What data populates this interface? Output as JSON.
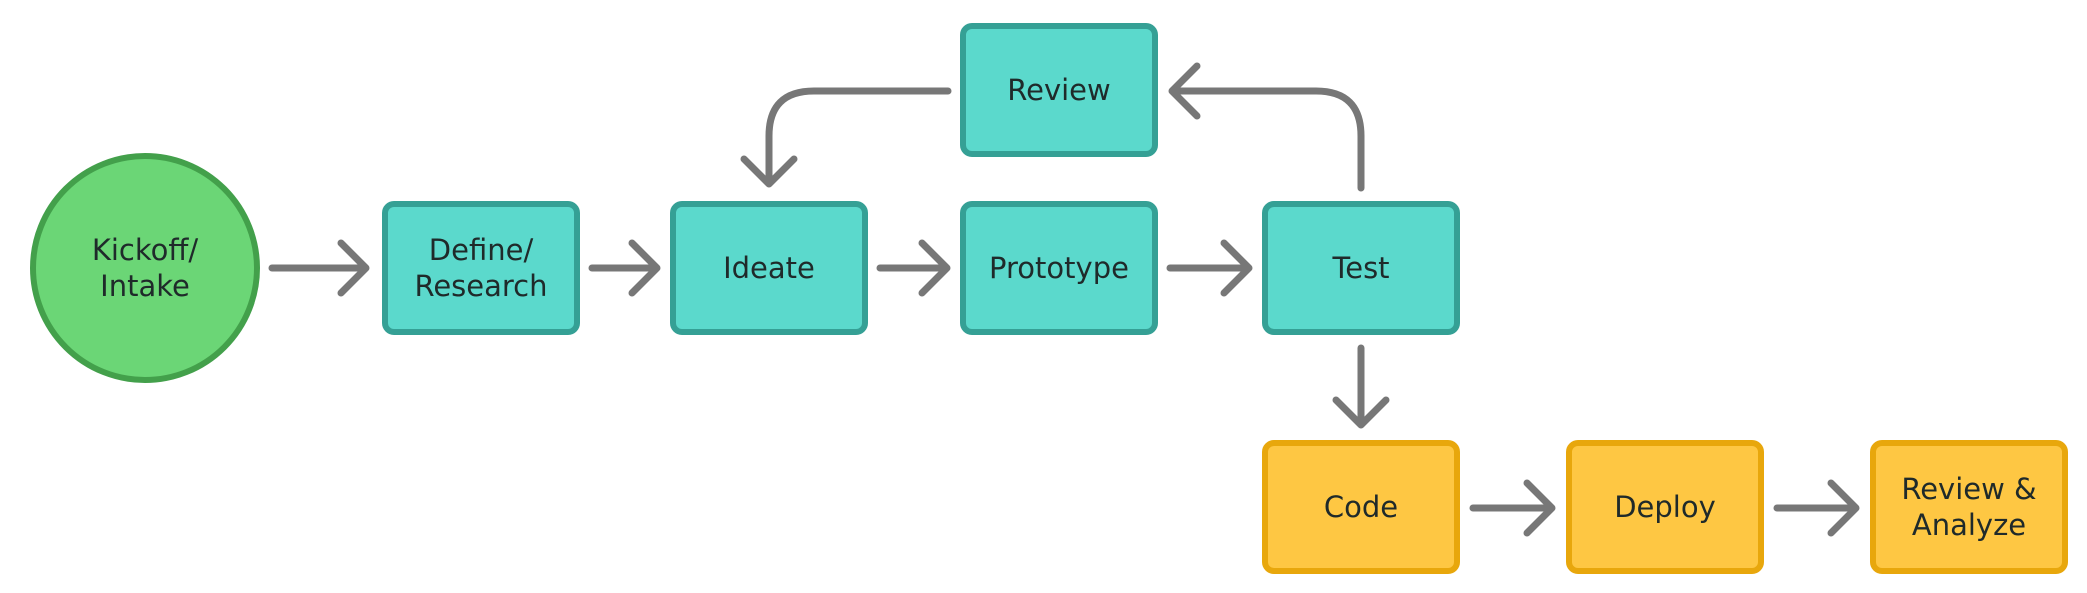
{
  "diagram": {
    "type": "flowchart",
    "nodes": [
      {
        "id": "kickoff",
        "label": "Kickoff/\nIntake",
        "shape": "circle",
        "color": "#6bd676",
        "border": "#43a04b"
      },
      {
        "id": "define",
        "label": "Define/\nResearch",
        "shape": "rounded-rect",
        "color": "#5bd9cc",
        "border": "#35a095"
      },
      {
        "id": "ideate",
        "label": "Ideate",
        "shape": "rounded-rect",
        "color": "#5bd9cc",
        "border": "#35a095"
      },
      {
        "id": "prototype",
        "label": "Prototype",
        "shape": "rounded-rect",
        "color": "#5bd9cc",
        "border": "#35a095"
      },
      {
        "id": "test",
        "label": "Test",
        "shape": "rounded-rect",
        "color": "#5bd9cc",
        "border": "#35a095"
      },
      {
        "id": "review",
        "label": "Review",
        "shape": "rounded-rect",
        "color": "#5bd9cc",
        "border": "#35a095"
      },
      {
        "id": "code",
        "label": "Code",
        "shape": "rounded-rect",
        "color": "#fec743",
        "border": "#e8a70c"
      },
      {
        "id": "deploy",
        "label": "Deploy",
        "shape": "rounded-rect",
        "color": "#fec743",
        "border": "#e8a70c"
      },
      {
        "id": "analyze",
        "label": "Review &\nAnalyze",
        "shape": "rounded-rect",
        "color": "#fec743",
        "border": "#e8a70c"
      }
    ],
    "edges": [
      {
        "from": "kickoff",
        "to": "define"
      },
      {
        "from": "define",
        "to": "ideate"
      },
      {
        "from": "ideate",
        "to": "prototype"
      },
      {
        "from": "prototype",
        "to": "test"
      },
      {
        "from": "test",
        "to": "review"
      },
      {
        "from": "review",
        "to": "ideate"
      },
      {
        "from": "test",
        "to": "code"
      },
      {
        "from": "code",
        "to": "deploy"
      },
      {
        "from": "deploy",
        "to": "analyze"
      }
    ],
    "arrow_color": "#777777"
  }
}
